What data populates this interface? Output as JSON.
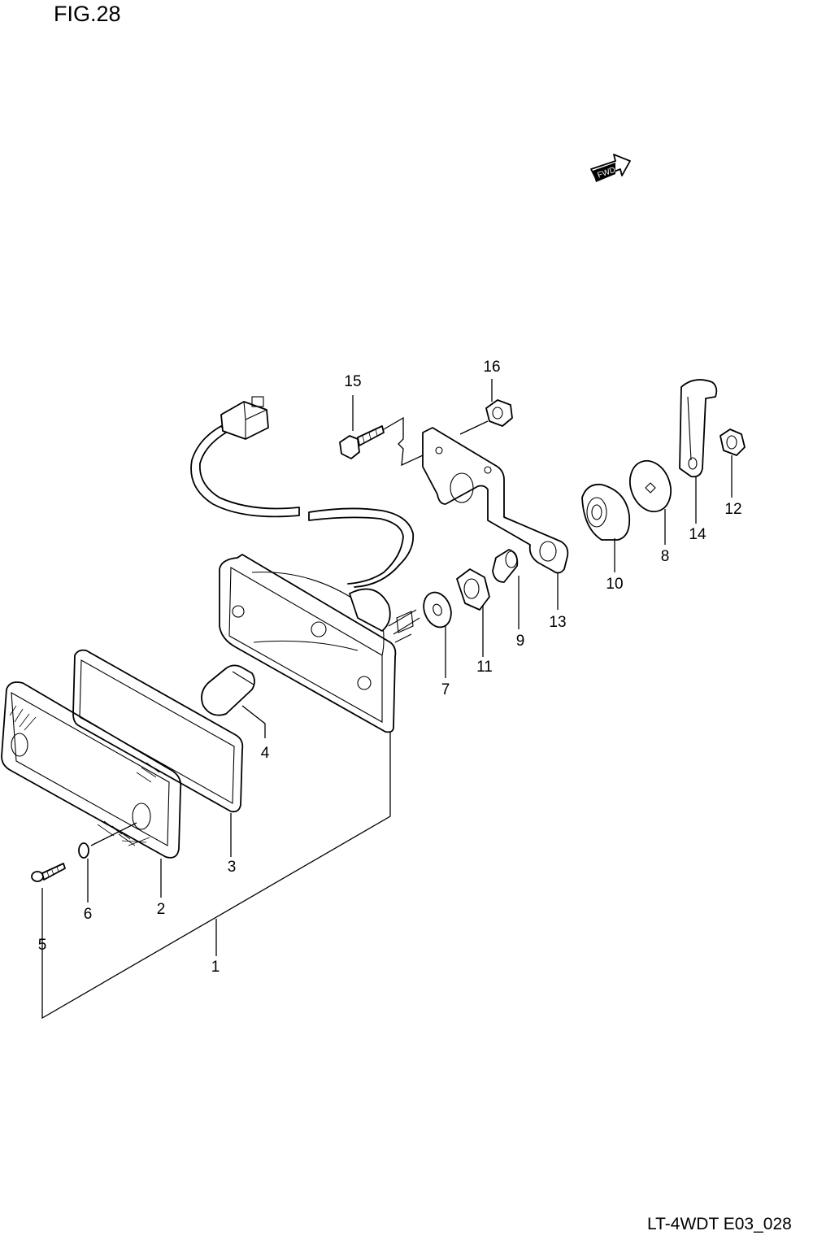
{
  "figure": {
    "title": "FIG.28"
  },
  "footer": {
    "code": "LT-4WDT E03_028"
  },
  "direction_marker": {
    "text": "FWD",
    "icon": "forward-arrow-icon"
  },
  "callouts": {
    "c1": "1",
    "c2": "2",
    "c3": "3",
    "c4": "4",
    "c5": "5",
    "c6": "6",
    "c7": "7",
    "c8": "8",
    "c9": "9",
    "c10": "10",
    "c11": "11",
    "c12": "12",
    "c13": "13",
    "c14": "14",
    "c15": "15",
    "c16": "16"
  }
}
